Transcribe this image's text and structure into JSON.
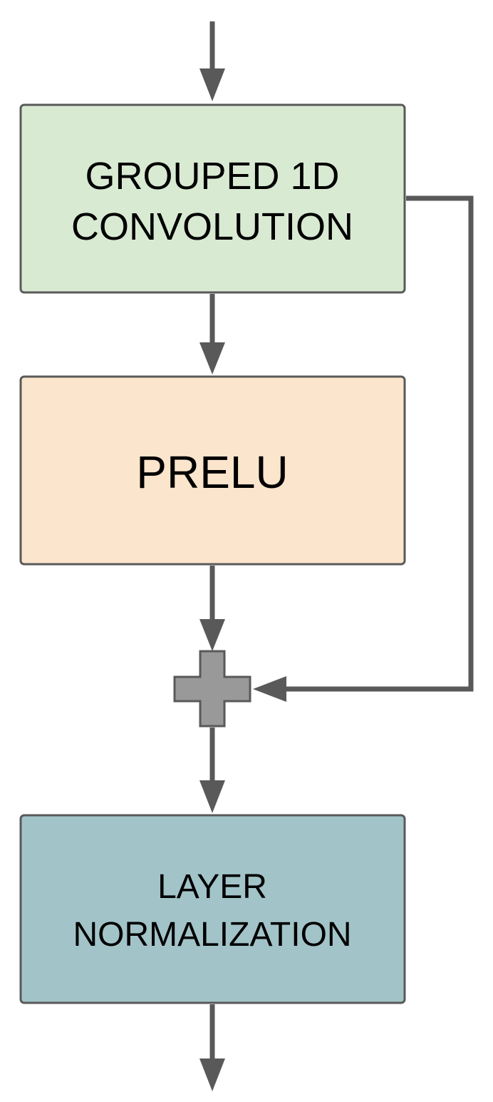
{
  "diagram": {
    "blocks": {
      "conv": {
        "line1": "GROUPED 1D",
        "line2": "CONVOLUTION",
        "fill": "#d9ead3"
      },
      "prelu": {
        "label": "PRELU",
        "fill": "#fce5cd"
      },
      "norm": {
        "line1": "LAYER",
        "line2": "NORMALIZATION",
        "fill": "#a2c4c9"
      }
    },
    "add_node": {
      "symbol": "plus",
      "fill": "#999999"
    },
    "edge_color": "#595959",
    "edges": [
      {
        "from": "input",
        "to": "conv"
      },
      {
        "from": "conv",
        "to": "prelu"
      },
      {
        "from": "prelu",
        "to": "add_node"
      },
      {
        "from": "conv",
        "to": "add_node",
        "kind": "skip-connection"
      },
      {
        "from": "add_node",
        "to": "norm"
      },
      {
        "from": "norm",
        "to": "output"
      }
    ]
  }
}
